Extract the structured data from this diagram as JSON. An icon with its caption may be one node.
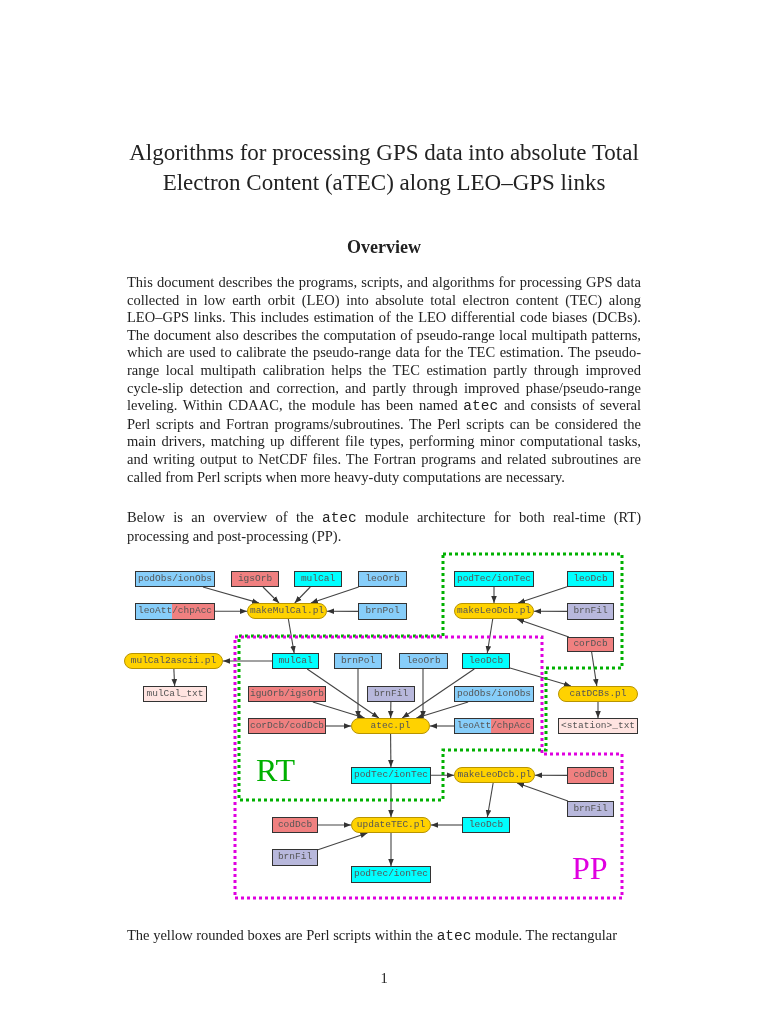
{
  "diagram": {
    "title": "Algorithms for processing GPS data into absolute Total Electron Content (aTEC) along LEO–GPS links",
    "nodes": [
      {
        "text": [
          "RT"
        ]
      },
      {
        "text": [
          "PP"
        ]
      },
      {
        "text": [
          "podObs/ionObs"
        ]
      },
      {
        "text": [
          "igsOrb"
        ]
      },
      {
        "text": [
          "mulCal"
        ]
      },
      {
        "text": [
          "leoOrb"
        ]
      },
      {
        "text": [
          "podTec/ionTec"
        ],
        "in": 0
      },
      {
        "text": [
          "leoDcb"
        ],
        "in": 0
      },
      {
        "text": [
          "leoAtt/chpAcc"
        ]
      },
      {
        "text": [
          "makeMulCal.pl"
        ]
      },
      {
        "text": [
          "brnPol"
        ]
      },
      {
        "text": [
          "makeLeoDcb.pl"
        ],
        "in": 0
      },
      {
        "text": [
          "brnFil"
        ],
        "in": 0
      },
      {
        "text": [
          "corDcb"
        ],
        "in": 0
      },
      {
        "text": [
          "mulCal2ascii.pl"
        ]
      },
      {
        "text": [
          "mulCal"
        ]
      },
      {
        "text": [
          "brnPol"
        ]
      },
      {
        "text": [
          "leoOrb"
        ]
      },
      {
        "text": [
          "leoDcb"
        ]
      },
      {
        "text": [
          "mulCal_txt"
        ]
      },
      {
        "text": [
          "iguOrb/igsOrb"
        ]
      },
      {
        "text": [
          "brnFil"
        ]
      },
      {
        "text": [
          "podObs/ionObs"
        ]
      },
      {
        "text": [
          "catDCBs.pl"
        ]
      },
      {
        "text": [
          "corDcb/codDcb"
        ]
      },
      {
        "text": [
          "atec.pl"
        ]
      },
      {
        "text": [
          "leoAtt/chpAcc"
        ]
      },
      {
        "text": [
          "<station>_txt"
        ]
      },
      {
        "text": [
          "podTec/ionTec"
        ]
      },
      {
        "text": [
          "makeLeoDcb.pl"
        ],
        "in": 1
      },
      {
        "text": [
          "codDcb"
        ],
        "in": 1
      },
      {
        "text": [
          "brnFil"
        ],
        "in": 1
      },
      {
        "text": [
          "codDcb"
        ],
        "in": 1
      },
      {
        "text": [
          "updateTEC.pl"
        ],
        "in": 1
      },
      {
        "text": [
          "leoDcb"
        ],
        "in": 1
      },
      {
        "text": [
          "brnFil"
        ],
        "in": 1
      },
      {
        "text": [
          "podTec/ionTec"
        ],
        "in": 1
      }
    ],
    "edges": [
      {
        "from": 2,
        "to": 9,
        "arrow": "to"
      },
      {
        "from": 3,
        "to": 9,
        "arrow": "to"
      },
      {
        "from": 4,
        "to": 9,
        "arrow": "to"
      },
      {
        "from": 5,
        "to": 9,
        "arrow": "to"
      },
      {
        "from": 8,
        "to": 9,
        "arrow": "to"
      },
      {
        "from": 10,
        "to": 9,
        "arrow": "to"
      },
      {
        "from": 9,
        "to": 15,
        "arrow": "to"
      },
      {
        "from": 15,
        "to": 14,
        "arrow": "to"
      },
      {
        "from": 14,
        "to": 19,
        "arrow": "to"
      },
      {
        "from": 6,
        "to": 11,
        "arrow": "to"
      },
      {
        "from": 7,
        "to": 11,
        "arrow": "to"
      },
      {
        "from": 12,
        "to": 11,
        "arrow": "to"
      },
      {
        "from": 13,
        "to": 11,
        "arrow": "to"
      },
      {
        "from": 11,
        "to": 18,
        "arrow": "to"
      },
      {
        "from": 18,
        "to": 23,
        "arrow": "to"
      },
      {
        "from": 13,
        "to": 23,
        "arrow": "to"
      },
      {
        "from": 23,
        "to": 27,
        "arrow": "to"
      },
      {
        "from": 15,
        "to": 25,
        "arrow": "to"
      },
      {
        "from": 16,
        "to": 25,
        "arrow": "to"
      },
      {
        "from": 17,
        "to": 25,
        "arrow": "to"
      },
      {
        "from": 18,
        "to": 25,
        "arrow": "to"
      },
      {
        "from": 20,
        "to": 25,
        "arrow": "to"
      },
      {
        "from": 21,
        "to": 25,
        "arrow": "to"
      },
      {
        "from": 22,
        "to": 25,
        "arrow": "to"
      },
      {
        "from": 24,
        "to": 25,
        "arrow": "to"
      },
      {
        "from": 26,
        "to": 25,
        "arrow": "to"
      },
      {
        "from": 25,
        "to": 28,
        "arrow": "to"
      },
      {
        "from": 28,
        "to": 29,
        "arrow": "to"
      },
      {
        "from": 30,
        "to": 29,
        "arrow": "to"
      },
      {
        "from": 31,
        "to": 29,
        "arrow": "to"
      },
      {
        "from": 29,
        "to": 34,
        "arrow": "to"
      },
      {
        "from": 28,
        "to": 33,
        "arrow": "to"
      },
      {
        "from": 32,
        "to": 33,
        "arrow": "to"
      },
      {
        "from": 35,
        "to": 33,
        "arrow": "to"
      },
      {
        "from": 34,
        "to": 33,
        "arrow": "to"
      },
      {
        "from": 33,
        "to": 36,
        "arrow": "to"
      }
    ],
    "labels": [
      "Overview",
      "This document describes the programs, scripts, and algorithms for processing GPS data collected in low earth orbit (LEO) into absolute total electron content (TEC) along LEO–GPS links. This includes estimation of the LEO differential code biases (DCBs). The document also describes the computation of pseudo-range local multipath patterns, which are used to calibrate the pseudo-range data for the TEC estimation. The pseudo-range local multipath calibration helps the TEC estimation partly through improved cycle-slip detection and correction, and partly through improved phase/pseudo-range leveling. Within CDAAC, the module has been named **atec** and consists of several Perl scripts and Fortran programs/subroutines. The Perl scripts can be considered the main drivers, matching up different file types, performing minor computational tasks, and writing output to NetCDF files. The Fortran programs and related subroutines are called from Perl scripts when more heavy-duty computations are necessary.",
      "Below is an overview of the **atec** module architecture for both real-time (RT) processing and post-processing (PP).",
      "The yellow rounded boxes are Perl scripts within the **atec** module. The rectangular",
      "1"
    ]
  }
}
